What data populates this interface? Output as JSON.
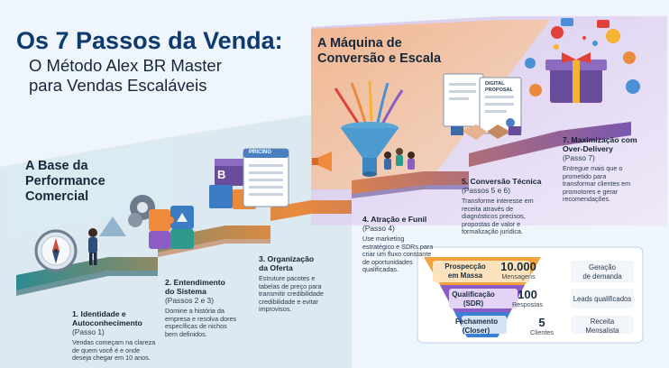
{
  "header": {
    "title": "Os 7 Passos da Venda:",
    "subtitle_line1": "O Método Alex BR Master",
    "subtitle_line2": "para Vendas Escaláveis"
  },
  "stages": {
    "base_line1": "A Base da",
    "base_line2": "Performance",
    "base_line3": "Comercial",
    "machine_line1": "A Máquina de",
    "machine_line2": "Conversão e Escala"
  },
  "steps": [
    {
      "title_l1": "1. Identidade e",
      "title_l2": "Autoconhecimento",
      "sub": "(Passo 1)",
      "desc": [
        "Vendas começam na clareza",
        "de quem você é e onde",
        "deseja chegar em 10 anos."
      ]
    },
    {
      "title_l1": "2. Entendimento",
      "title_l2": "do Sistema",
      "sub": "(Passos 2 e 3)",
      "desc": [
        "Domine a história da",
        "empresa e resolva dores",
        "específicas de nichos",
        "bem definidos."
      ]
    },
    {
      "title_l1": "3. Organização",
      "title_l2": "da Oferta",
      "sub": "",
      "desc": [
        "Estruture pacotes e",
        "tabelas de preço para",
        "transmitir credibilidade",
        "credibilidade e evitar",
        "improvisos."
      ]
    },
    {
      "title_l1": "4. Atração e Funil",
      "title_l2": "",
      "sub": "(Passo 4)",
      "desc": [
        "Use marketing",
        "estratégico e SDRs para",
        "criar um fluxo constante",
        "de oportunidades",
        "qualificadas."
      ]
    },
    {
      "title_l1": "5. Conversão Técnica",
      "title_l2": "",
      "sub": "(Passos 5 e 6)",
      "desc": [
        "Transforme interesse em",
        "receita através de",
        "diagnósticos precisos,",
        "propostas de valor e",
        "formalização jurídica."
      ]
    },
    {
      "title_l1": "7. Maximização com",
      "title_l2": "Over-Delivery",
      "sub": "(Passo 7)",
      "desc": [
        "Entregue mais que o",
        "prometido para",
        "transformar clientes em",
        "promotores e gerar",
        "recomendações."
      ]
    }
  ],
  "funnel": [
    {
      "label_l1": "Prospecção",
      "label_l2": "em Massa",
      "num": "10.000",
      "num_label": "Mensagens",
      "right_l1": "Geração",
      "right_l2": "de demanda"
    },
    {
      "label_l1": "Qualificação",
      "label_l2": "(SDR)",
      "num": "100",
      "num_label": "Respostas",
      "right_l1": "Leads qualificados",
      "right_l2": ""
    },
    {
      "label_l1": "Fechamento",
      "label_l2": "(Closer)",
      "num": "5",
      "num_label": "Clientes",
      "right_l1": "Receita",
      "right_l2": "Mensalista"
    }
  ],
  "illustrations": {
    "logo_letter": "B",
    "pricing_label": "PRICING",
    "doc_label_l1": "DIGITAL",
    "doc_label_l2": "PROPOSAL"
  },
  "colors": {
    "title_blue": "#0e3a6e",
    "path_teal": "#2f8a8c",
    "path_orange": "#f08a3c",
    "path_purple": "#6a4c9c",
    "funnel_orange": "#f2a03a",
    "funnel_purple": "#8a5cc4",
    "funnel_blue": "#3a7fd0"
  }
}
